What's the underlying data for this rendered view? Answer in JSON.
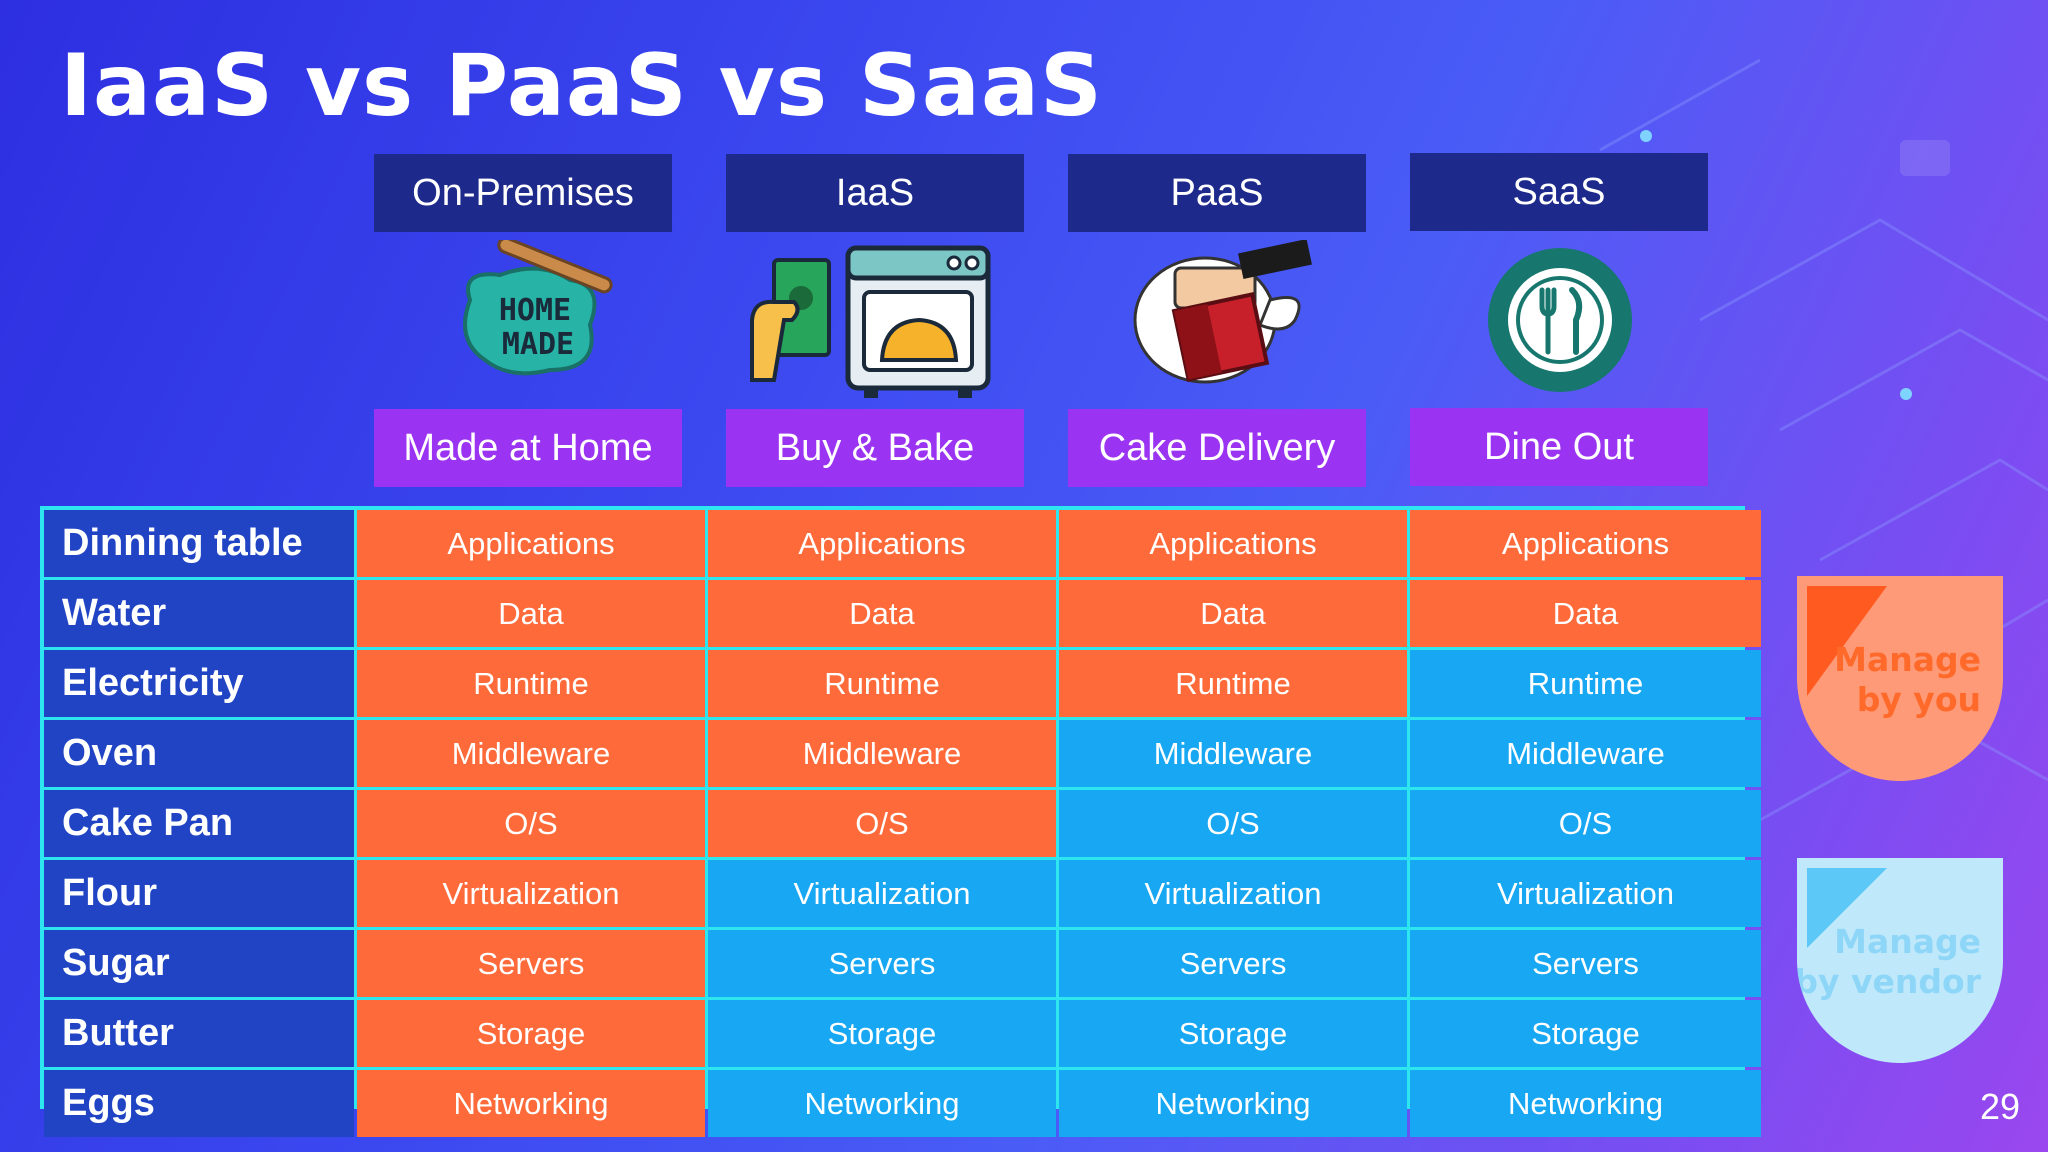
{
  "title": "IaaS vs PaaS vs SaaS",
  "columns": [
    {
      "header": "On-Premises",
      "label": "Made at Home"
    },
    {
      "header": "IaaS",
      "label": "Buy & Bake"
    },
    {
      "header": "PaaS",
      "label": "Cake Delivery"
    },
    {
      "header": "SaaS",
      "label": "Dine Out"
    }
  ],
  "illustration_text": {
    "home_made_line1": "HOME",
    "home_made_line2": "MADE"
  },
  "rows": [
    {
      "label": "Dinning table",
      "layer": "Applications"
    },
    {
      "label": "Water",
      "layer": "Data"
    },
    {
      "label": "Electricity",
      "layer": "Runtime"
    },
    {
      "label": "Oven",
      "layer": "Middleware"
    },
    {
      "label": "Cake Pan",
      "layer": "O/S"
    },
    {
      "label": "Flour",
      "layer": "Virtualization"
    },
    {
      "label": "Sugar",
      "layer": "Servers"
    },
    {
      "label": "Butter",
      "layer": "Storage"
    },
    {
      "label": "Eggs",
      "layer": "Networking"
    }
  ],
  "managed_by_you_rows": [
    9,
    5,
    3,
    2
  ],
  "legend": {
    "you_line1": "Manage",
    "you_line2": "by you",
    "vendor_line1": "Manage",
    "vendor_line2": "by vendor"
  },
  "colors": {
    "managed_by_you": "#ff6a3a",
    "managed_by_vendor": "#17a7f3",
    "header_bg": "#1d2a8c",
    "label_bg": "#9b34f2",
    "grid_border": "#2ee6ef"
  },
  "icons": [
    "home-made-icon",
    "buy-and-bake-oven-icon",
    "cake-delivery-icon",
    "dine-out-plate-icon"
  ],
  "page_number": "29"
}
